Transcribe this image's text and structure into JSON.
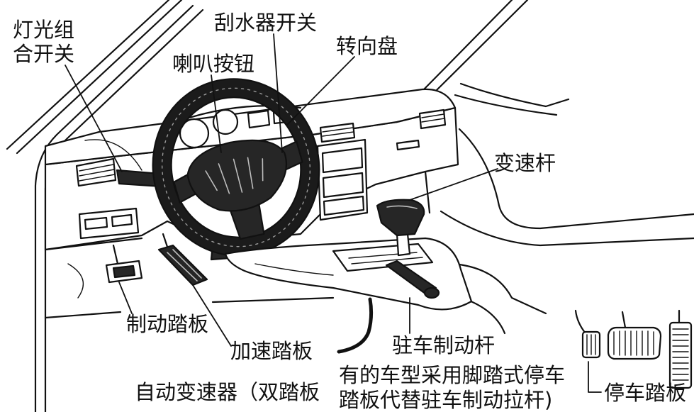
{
  "labels": {
    "light_switch": [
      "灯光组",
      "合开关"
    ],
    "wiper_switch": "刮水器开关",
    "horn_button": "喇叭按钮",
    "steering_wheel": "转向盘",
    "gear_lever": "变速杆",
    "brake_pedal": "制动踏板",
    "accelerator_pedal": "加速踏板",
    "parking_brake_lever": "驻车制动杆",
    "parking_pedal": "停车踏板"
  },
  "caption": {
    "automatic_transmission": "自动变速器（双踏板",
    "note_lines": [
      "有的车型采用脚踏式停车",
      "踏板代替驻车制动拉杆)"
    ]
  },
  "colors": {
    "line": "#111111",
    "background": "#ffffff"
  }
}
